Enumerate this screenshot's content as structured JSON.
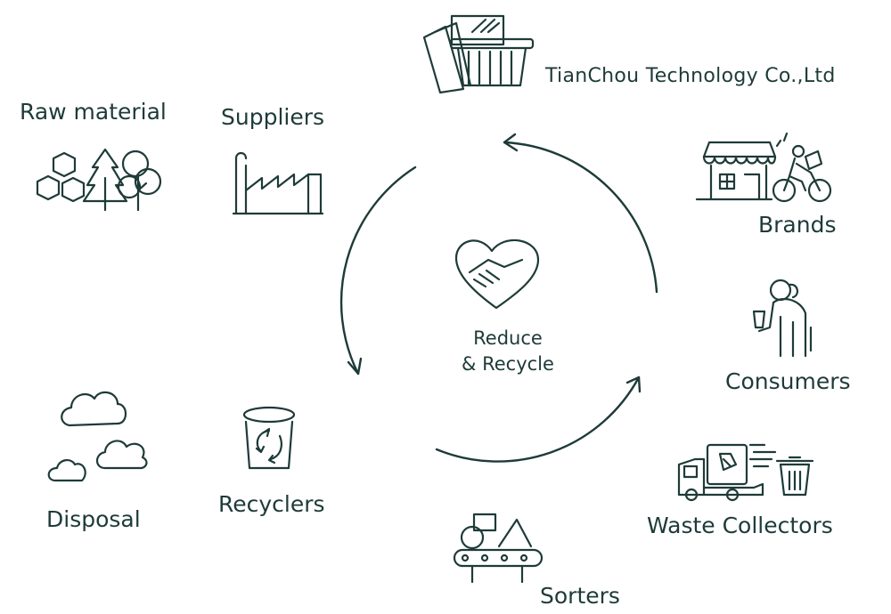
{
  "company": "TianChou Technology Co.,Ltd",
  "center": {
    "line1": "Reduce",
    "line2": "& Recycle"
  },
  "nodes": {
    "raw_material": "Raw material",
    "suppliers": "Suppliers",
    "brands": "Brands",
    "consumers": "Consumers",
    "waste_collectors": "Waste Collectors",
    "sorters": "Sorters",
    "recyclers": "Recyclers",
    "disposal": "Disposal"
  },
  "icons": {
    "company": "factory-machine-icon",
    "raw_material": "trees-hexagons-icon",
    "suppliers": "factory-icon",
    "brands": "storefront-delivery-icon",
    "consumers": "person-icon",
    "waste_collectors": "garbage-truck-icon",
    "sorters": "conveyor-belt-icon",
    "recyclers": "recycle-bin-icon",
    "disposal": "clouds-icon",
    "center": "heart-handshake-icon"
  },
  "colors": {
    "ink": "#1e3b38",
    "background": "#ffffff"
  }
}
